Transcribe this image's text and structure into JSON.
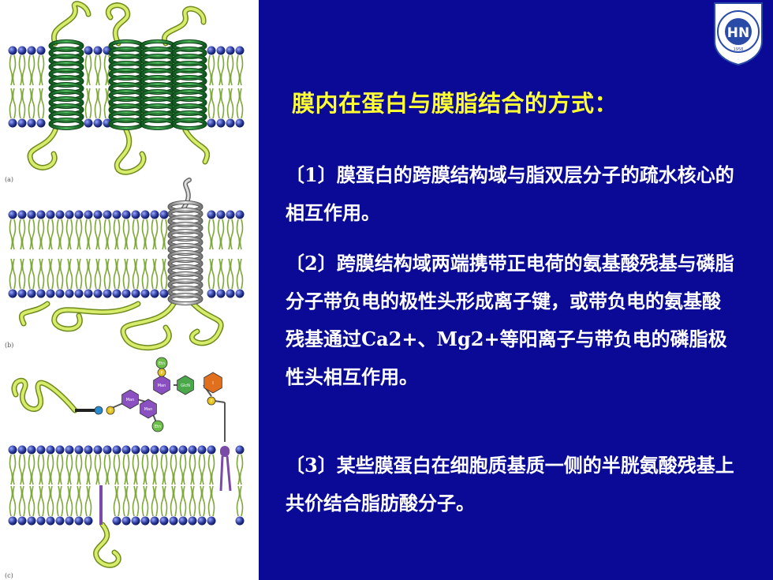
{
  "logo": {
    "initials": "HN",
    "year": "1958"
  },
  "heading": "膜内在蛋白与膜脂结合的方式：",
  "points": [
    {
      "num": "1",
      "text": "膜蛋白的跨膜结构域与脂双层分子的疏水核心的相互作用。"
    },
    {
      "num": "2",
      "text_a": "跨膜结构域两端携带正电荷的氨基酸残基与磷脂分子带负电的极性头形成离子键，或带负电的氨基酸残基通过",
      "ions": "Ca2+、Mg2+",
      "text_b": "等阳离子与带负电的磷脂极性头相互作用。"
    },
    {
      "num": "3",
      "text": "某些膜蛋白在细胞质基质一侧的半胱氨酸残基上共价结合脂肪酸分子。"
    }
  ],
  "figure": {
    "panel_labels": [
      "(a)",
      "(b)",
      "(c)"
    ],
    "sugar_labels": [
      "Etn",
      "Man",
      "GlcN",
      "Man",
      "Man",
      "Etn",
      "I",
      "P",
      "P",
      "P"
    ]
  },
  "colors": {
    "background": "#0a0a96",
    "heading": "#ffff33",
    "text": "#ffffff",
    "helix_green": "#2d8a3a",
    "helix_gray": "#bdbdbd",
    "loop_yellow": "#c8e05a"
  }
}
